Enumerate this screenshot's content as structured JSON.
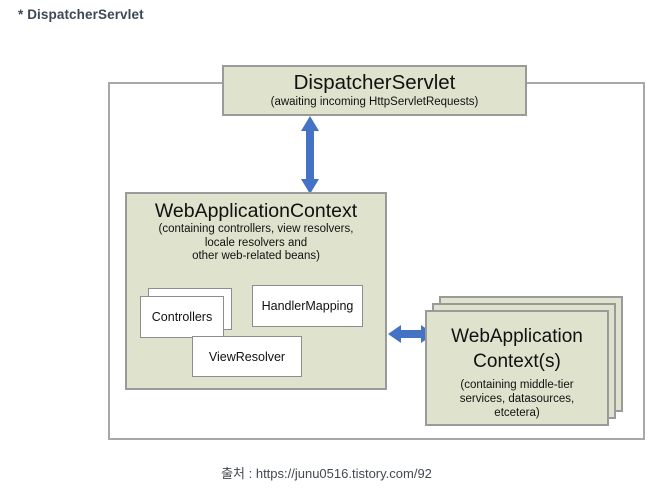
{
  "heading": "* DispatcherServlet",
  "diagram": {
    "dispatcher": {
      "title": "DispatcherServlet",
      "subtitle": "(awaiting incoming HttpServletRequests)"
    },
    "web_application_context": {
      "title": "WebApplicationContext",
      "subtitle_line1": "(containing controllers, view resolvers,",
      "subtitle_line2": "locale resolvers and",
      "subtitle_line3": "other web-related beans)",
      "components": [
        {
          "label": "Controllers"
        },
        {
          "label": "HandlerMapping"
        },
        {
          "label": "ViewResolver"
        }
      ]
    },
    "root_contexts": {
      "title_line1": "WebApplication",
      "title_line2": "Context(s)",
      "subtitle_line1": "(containing middle-tier",
      "subtitle_line2": "services, datasources,",
      "subtitle_line3": "etcetera)"
    },
    "connectors": [
      {
        "name": "dispatcher-to-webappcontext",
        "orientation": "vertical",
        "heads": "both"
      },
      {
        "name": "webappcontext-to-rootcontexts",
        "orientation": "horizontal",
        "heads": "both"
      }
    ]
  },
  "footer": {
    "credit": "출처 : https://junu0516.tistory.com/92"
  },
  "colors": {
    "node_fill": "#dfe2cd",
    "node_border": "#9a9a9a",
    "card_fill": "#ffffff",
    "card_border": "#8d8d8d",
    "arrow": "#4472c4",
    "frame_border": "#a8a8a8",
    "heading_text": "#3c4858"
  }
}
